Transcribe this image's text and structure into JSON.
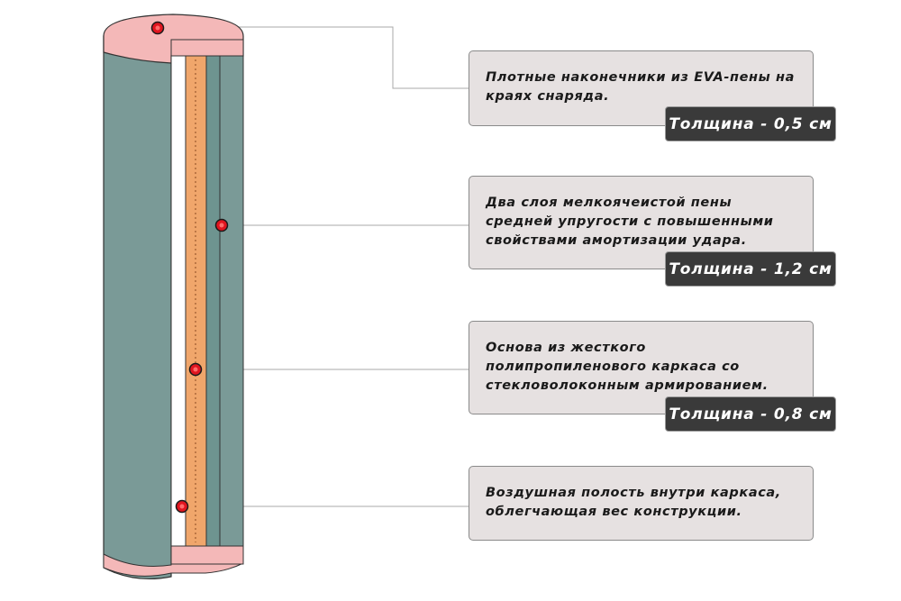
{
  "colors": {
    "outer_foam": "#7a9a97",
    "inner_foam": "#6e9490",
    "frame": "#f0a66b",
    "eva_tip": "#f4b8b8",
    "air_cavity": "#ffffff",
    "marker": "#e0151f",
    "callout_bg": "#e6e1e1",
    "badge_bg": "#3a3a3a",
    "leader_line": "#a8a8a8"
  },
  "callouts": [
    {
      "text": "Плотные наконечники из EVA-пены на краях снаряда.",
      "badge": "Толщина - 0,5 см"
    },
    {
      "text": "Два слоя мелкоячеистой пены средней упругости с повышенными свойствами амортизации удара.",
      "badge": "Толщина - 1,2 см"
    },
    {
      "text": "Основа из жесткого полипропиленового каркаса со стекловолоконным армированием.",
      "badge": "Толщина - 0,8 см"
    },
    {
      "text": "Воздушная полость внутри каркаса, облегчающая вес конструкции.",
      "badge": ""
    }
  ]
}
